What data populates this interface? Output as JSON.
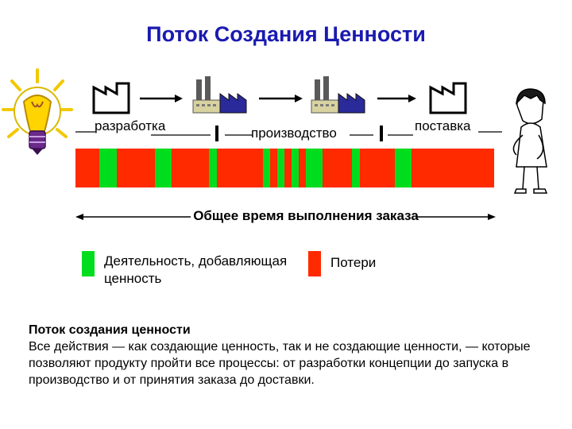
{
  "title": "Поток Создания Ценности",
  "stages": [
    {
      "label": "разработка"
    },
    {
      "label": "производство"
    },
    {
      "label": "поставка"
    }
  ],
  "icons": [
    "lightbulb-icon",
    "factory-outline-icon",
    "factory-icon",
    "factory-icon",
    "factory-outline-icon",
    "person-icon"
  ],
  "timeline": {
    "total_label": "Общее время выполнения заказа",
    "waste_color": "#ff2a00",
    "value_color": "#00dd1e",
    "value_added_segments": [
      {
        "start": 0.057,
        "end": 0.099
      },
      {
        "start": 0.19,
        "end": 0.23
      },
      {
        "start": 0.318,
        "end": 0.338
      },
      {
        "start": 0.447,
        "end": 0.465
      },
      {
        "start": 0.482,
        "end": 0.499
      },
      {
        "start": 0.516,
        "end": 0.533
      },
      {
        "start": 0.55,
        "end": 0.59
      },
      {
        "start": 0.66,
        "end": 0.68
      },
      {
        "start": 0.762,
        "end": 0.803
      }
    ]
  },
  "legend": {
    "value_added": "Деятельность, добавляющая ценность",
    "waste": "Потери"
  },
  "definition": {
    "heading": "Поток создания ценности",
    "body": "Все действия — как создающие ценность, так и не создающие ценности, — которые позволяют продукту пройти все процессы: от разработки концепции до запуска в производство и от принятия заказа до доставки."
  }
}
